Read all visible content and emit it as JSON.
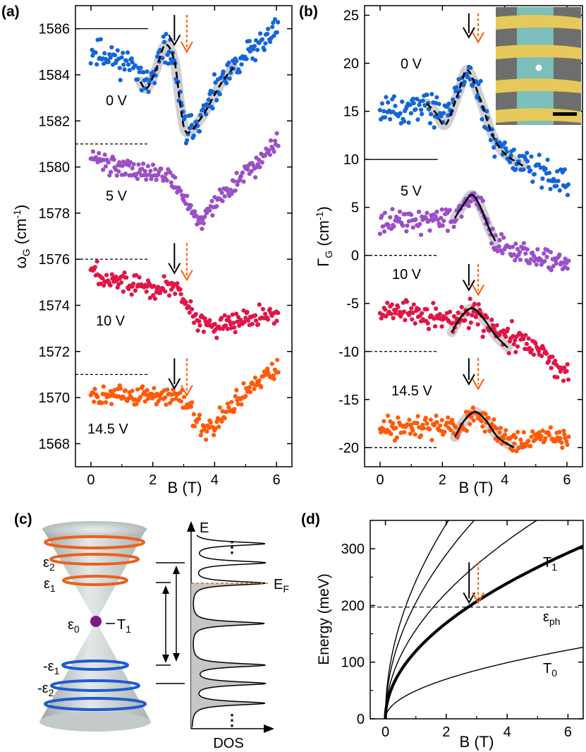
{
  "colors": {
    "v0": "#1565d8",
    "v5": "#9b4fc7",
    "v10": "#e01646",
    "v145": "#ff5a0a",
    "arrow_black": "#000000",
    "arrow_orange": "#ff5a0a",
    "fit_band": "#c8c8c8",
    "ring_orange": "#e8621e",
    "ring_blue": "#1e5ccc",
    "dot_purple": "#7a1a8a",
    "inset_bg": "#6d6f6e",
    "inset_gold": "#e6c95a",
    "inset_teal": "#7cc6c2"
  },
  "chart_data": [
    {
      "panel": "(a)",
      "type": "scatter",
      "xlabel": "B (T)",
      "ylabel": "ωG (cm-1)",
      "xlim": [
        -0.5,
        6.5
      ],
      "ylim": [
        1567.0,
        1587.0
      ],
      "xticks": [
        "0",
        "2",
        "4",
        "6"
      ],
      "yticks": [
        "1568",
        "1570",
        "1572",
        "1574",
        "1576",
        "1578",
        "1580",
        "1582",
        "1584",
        "1586"
      ],
      "ytick_values": [
        1568,
        1570,
        1572,
        1574,
        1576,
        1578,
        1580,
        1582,
        1584,
        1586
      ],
      "series": [
        {
          "name": "0 V",
          "color_key": "v0",
          "baseline": 1586,
          "baseline_style": "solid",
          "profile": [
            [
              0,
              1585.0
            ],
            [
              1.0,
              1584.6
            ],
            [
              1.6,
              1584.3
            ],
            [
              1.8,
              1583.4
            ],
            [
              2.1,
              1584.2
            ],
            [
              2.4,
              1585.3
            ],
            [
              2.7,
              1584.6
            ],
            [
              2.9,
              1582.6
            ],
            [
              3.1,
              1581.5
            ],
            [
              3.6,
              1582.2
            ],
            [
              4.2,
              1583.6
            ],
            [
              5.0,
              1584.8
            ],
            [
              6.0,
              1586.0
            ]
          ],
          "noise": 0.45,
          "seed": 11,
          "fit": [
            [
              1.6,
              1583.7
            ],
            [
              1.8,
              1583.4
            ],
            [
              2.1,
              1584.2
            ],
            [
              2.4,
              1585.3
            ],
            [
              2.7,
              1584.6
            ],
            [
              2.9,
              1582.6
            ],
            [
              3.1,
              1581.5
            ],
            [
              3.6,
              1582.2
            ],
            [
              4.2,
              1583.6
            ],
            [
              4.6,
              1584.3
            ]
          ]
        },
        {
          "name": "5 V",
          "color_key": "v5",
          "baseline": 1581,
          "baseline_style": "dashed",
          "profile": [
            [
              0,
              1580.3
            ],
            [
              1.5,
              1579.9
            ],
            [
              2.5,
              1579.6
            ],
            [
              3.0,
              1578.7
            ],
            [
              3.5,
              1577.5
            ],
            [
              4.0,
              1578.4
            ],
            [
              5.0,
              1579.7
            ],
            [
              6.0,
              1581.0
            ]
          ],
          "noise": 0.3,
          "seed": 22
        },
        {
          "name": "10 V",
          "color_key": "v10",
          "baseline": 1576,
          "baseline_style": "dashed",
          "profile": [
            [
              0,
              1575.5
            ],
            [
              1.0,
              1575.0
            ],
            [
              2.0,
              1574.7
            ],
            [
              2.8,
              1574.8
            ],
            [
              3.1,
              1573.9
            ],
            [
              3.5,
              1573.1
            ],
            [
              4.5,
              1573.3
            ],
            [
              6.0,
              1573.6
            ]
          ],
          "noise": 0.35,
          "seed": 33
        },
        {
          "name": "14.5 V",
          "color_key": "v145",
          "baseline": 1571,
          "baseline_style": "dashed",
          "profile": [
            [
              0,
              1570.1
            ],
            [
              1.5,
              1570.0
            ],
            [
              2.7,
              1570.2
            ],
            [
              3.0,
              1569.8
            ],
            [
              3.3,
              1569.2
            ],
            [
              3.7,
              1568.5
            ],
            [
              4.3,
              1569.3
            ],
            [
              5.0,
              1570.2
            ],
            [
              6.0,
              1571.3
            ]
          ],
          "noise": 0.3,
          "seed": 44
        }
      ],
      "arrows": [
        {
          "x": 2.7,
          "y_top": 1586.6,
          "y_tip": 1585.3,
          "style": "solid",
          "color_key": "arrow_black"
        },
        {
          "x": 3.1,
          "y_top": 1586.6,
          "y_tip": 1585.0,
          "style": "dashed",
          "color_key": "arrow_orange"
        },
        {
          "x": 2.7,
          "y_top": 1576.7,
          "y_tip": 1575.4,
          "style": "solid",
          "color_key": "arrow_black"
        },
        {
          "x": 3.1,
          "y_top": 1576.7,
          "y_tip": 1575.1,
          "style": "dashed",
          "color_key": "arrow_orange"
        },
        {
          "x": 2.7,
          "y_top": 1571.7,
          "y_tip": 1570.4,
          "style": "solid",
          "color_key": "arrow_black"
        },
        {
          "x": 3.1,
          "y_top": 1571.7,
          "y_tip": 1570.1,
          "style": "dashed",
          "color_key": "arrow_orange"
        }
      ]
    },
    {
      "panel": "(b)",
      "type": "scatter",
      "xlabel": "B (T)",
      "ylabel": "ΓG (cm-1)",
      "xlim": [
        -0.5,
        6.5
      ],
      "ylim": [
        -22.0,
        26.0
      ],
      "xticks": [
        "0",
        "2",
        "4",
        "6"
      ],
      "yticks": [
        "-20",
        "-15",
        "-10",
        "-5",
        "0",
        "5",
        "10",
        "15",
        "20",
        "25"
      ],
      "ytick_values": [
        -20,
        -15,
        -10,
        -5,
        0,
        5,
        10,
        15,
        20,
        25
      ],
      "series": [
        {
          "name": "0 V",
          "color_key": "v0",
          "baseline": 10,
          "baseline_style": "solid",
          "profile": [
            [
              0,
              15.2
            ],
            [
              1.0,
              15.3
            ],
            [
              1.5,
              15.6
            ],
            [
              2.0,
              14.2
            ],
            [
              2.4,
              16.5
            ],
            [
              2.8,
              19.3
            ],
            [
              3.2,
              16.5
            ],
            [
              3.6,
              12.5
            ],
            [
              4.2,
              10.2
            ],
            [
              5.0,
              9.0
            ],
            [
              6.0,
              7.6
            ]
          ],
          "noise": 1.1,
          "seed": 55,
          "fit": [
            [
              1.5,
              15.8
            ],
            [
              1.8,
              14.8
            ],
            [
              2.1,
              13.6
            ],
            [
              2.5,
              16.8
            ],
            [
              2.8,
              19.3
            ],
            [
              3.2,
              16.4
            ],
            [
              3.6,
              12.6
            ],
            [
              4.0,
              10.6
            ],
            [
              4.6,
              9.3
            ]
          ]
        },
        {
          "name": "5 V",
          "color_key": "v5",
          "baseline": 0,
          "baseline_style": "dashed",
          "profile": [
            [
              0,
              3.5
            ],
            [
              1.5,
              3.7
            ],
            [
              2.4,
              4.0
            ],
            [
              2.9,
              6.3
            ],
            [
              3.3,
              4.8
            ],
            [
              3.7,
              1.2
            ],
            [
              4.5,
              0.3
            ],
            [
              6.0,
              -0.8
            ]
          ],
          "noise": 0.8,
          "seed": 66,
          "fit": [
            [
              2.4,
              3.9
            ],
            [
              2.7,
              5.4
            ],
            [
              2.95,
              6.3
            ],
            [
              3.2,
              5.2
            ],
            [
              3.5,
              2.8
            ],
            [
              3.7,
              1.5
            ]
          ]
        },
        {
          "name": "10 V",
          "color_key": "v10",
          "baseline": -10,
          "baseline_style": "dashed",
          "profile": [
            [
              0,
              -5.8
            ],
            [
              1.0,
              -6.0
            ],
            [
              2.0,
              -6.6
            ],
            [
              2.5,
              -7.0
            ],
            [
              3.0,
              -5.8
            ],
            [
              3.5,
              -7.6
            ],
            [
              4.2,
              -8.6
            ],
            [
              5.0,
              -9.6
            ],
            [
              6.0,
              -12.4
            ]
          ],
          "noise": 0.9,
          "seed": 77,
          "fit": [
            [
              2.3,
              -8.0
            ],
            [
              2.6,
              -6.4
            ],
            [
              2.95,
              -5.5
            ],
            [
              3.3,
              -6.5
            ],
            [
              3.7,
              -8.3
            ],
            [
              4.1,
              -9.6
            ]
          ]
        },
        {
          "name": "14.5 V",
          "color_key": "v145",
          "baseline": -20,
          "baseline_style": "dashed",
          "profile": [
            [
              0,
              -17.8
            ],
            [
              1.5,
              -18.0
            ],
            [
              2.4,
              -18.3
            ],
            [
              3.0,
              -16.6
            ],
            [
              3.5,
              -18.0
            ],
            [
              4.2,
              -19.4
            ],
            [
              5.0,
              -19.0
            ],
            [
              6.0,
              -18.8
            ]
          ],
          "noise": 0.8,
          "seed": 88,
          "fit": [
            [
              2.4,
              -18.9
            ],
            [
              2.7,
              -17.2
            ],
            [
              3.05,
              -16.3
            ],
            [
              3.4,
              -17.2
            ],
            [
              3.8,
              -19.0
            ],
            [
              4.3,
              -20.0
            ]
          ]
        }
      ],
      "arrows": [
        {
          "x": 2.85,
          "y_top": 25.2,
          "y_tip": 22.7,
          "style": "solid",
          "color_key": "arrow_black"
        },
        {
          "x": 3.15,
          "y_top": 25.2,
          "y_tip": 22.2,
          "style": "dashed",
          "color_key": "arrow_orange"
        },
        {
          "x": 2.85,
          "y_top": -0.9,
          "y_tip": -3.6,
          "style": "solid",
          "color_key": "arrow_black"
        },
        {
          "x": 3.15,
          "y_top": -0.9,
          "y_tip": -4.1,
          "style": "dashed",
          "color_key": "arrow_orange"
        },
        {
          "x": 2.85,
          "y_top": -10.7,
          "y_tip": -13.4,
          "style": "solid",
          "color_key": "arrow_black"
        },
        {
          "x": 3.15,
          "y_top": -10.7,
          "y_tip": -13.9,
          "style": "dashed",
          "color_key": "arrow_orange"
        }
      ]
    },
    {
      "panel": "(d)",
      "type": "line",
      "xlabel": "B (T)",
      "ylabel": "Energy (meV)",
      "xlim": [
        -0.5,
        6.5
      ],
      "ylim": [
        0,
        350
      ],
      "xticks": [
        "0",
        "2",
        "4",
        "6"
      ],
      "yticks": [
        "0",
        "100",
        "200",
        "300"
      ],
      "ytick_values": [
        0,
        100,
        200,
        300
      ],
      "eph_value": 197,
      "eph_label": "εph",
      "series": [
        {
          "name": "T0",
          "coef": 49.5,
          "width": 1.4
        },
        {
          "name": "T1",
          "coef": 119.5,
          "width": 4.2
        },
        {
          "name": "",
          "coef": 157,
          "width": 1.4
        },
        {
          "name": "",
          "coef": 205,
          "width": 1.4
        },
        {
          "name": "",
          "coef": 243,
          "width": 1.4
        }
      ],
      "arrows": [
        {
          "x": 2.75,
          "y_top": 276,
          "y_tip": 205,
          "style": "solid",
          "color_key": "arrow_black"
        },
        {
          "x": 3.05,
          "y_top": 276,
          "y_tip": 205,
          "style": "dashed",
          "color_key": "arrow_orange"
        }
      ]
    }
  ],
  "panels": {
    "a": {
      "label": "(a)"
    },
    "b": {
      "label": "(b)"
    },
    "c": {
      "label": "(c)",
      "levels": [
        "ε2",
        "ε1",
        "ε0",
        "-ε1",
        "-ε2"
      ],
      "t1_label": "T1",
      "energy_axis": "E",
      "dos_axis": "DOS",
      "fermi_label": "EF",
      "dots": "⋮"
    },
    "d": {
      "label": "(d)",
      "t1_label": "T1",
      "t0_label": "T0",
      "eph_label": "εph"
    }
  }
}
